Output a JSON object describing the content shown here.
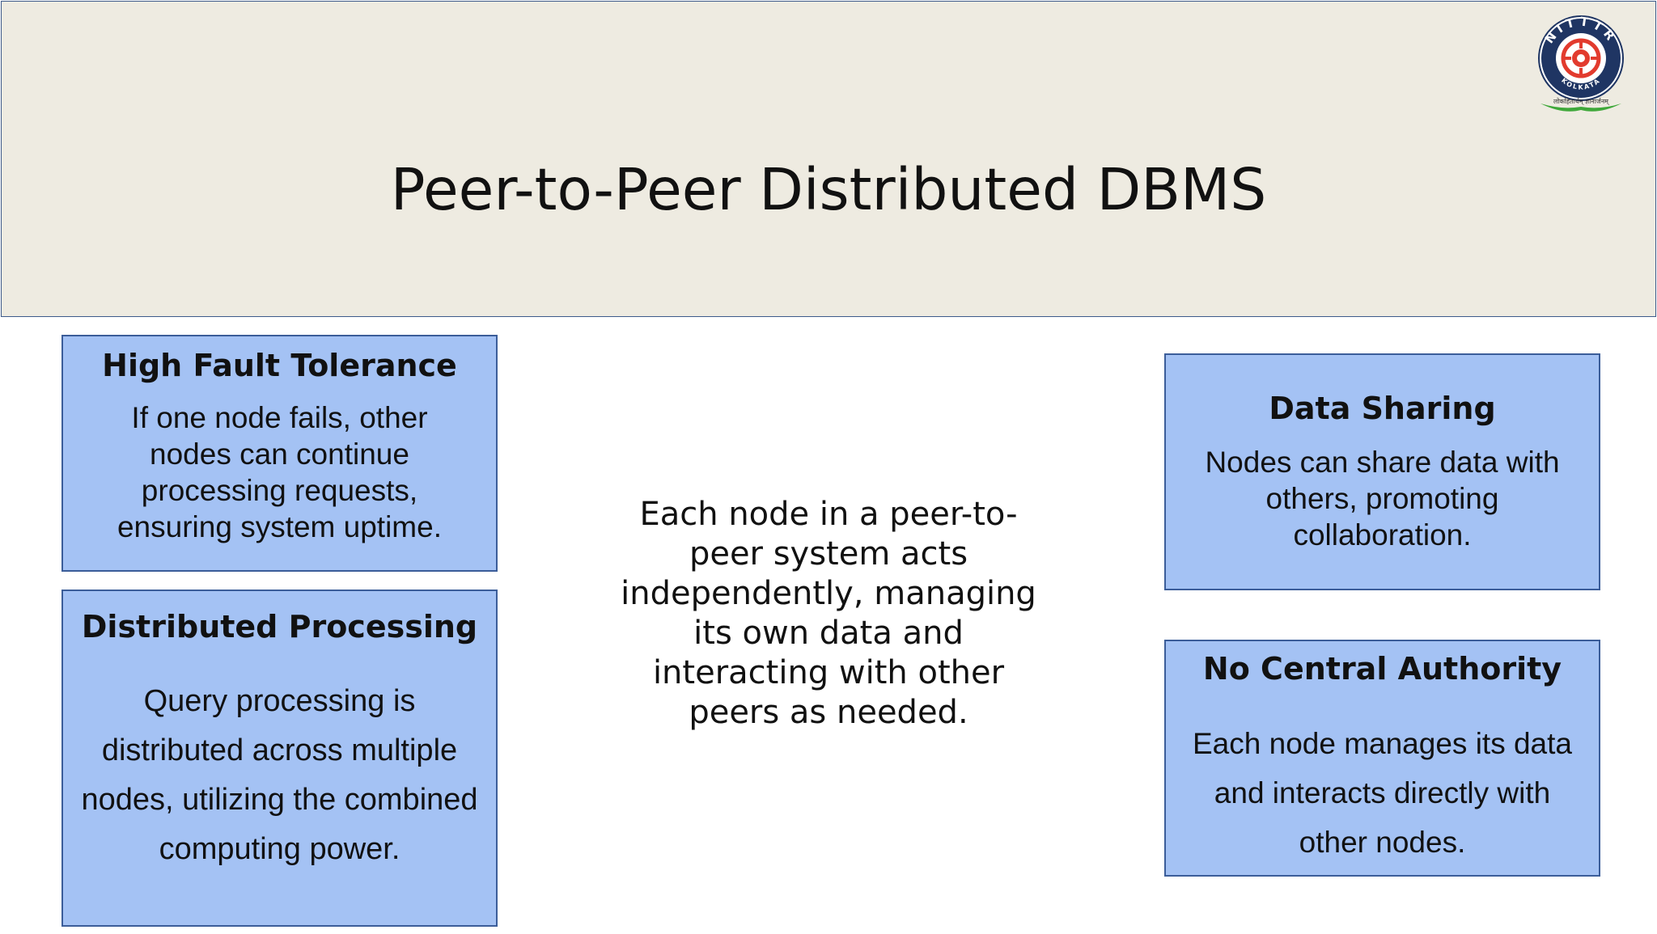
{
  "slide": {
    "title": "Peer-to-Peer Distributed DBMS",
    "center_text": "Each node in a peer-to-peer system acts independently, managing its own data and interacting with other peers as needed.",
    "logo": {
      "icon": "nitttr-kolkata-seal-icon",
      "ring_text": "NITTTR",
      "city_text": "KOLKATA",
      "motto_text": "लोकहितार्थम् ज्ञानार्जनम्",
      "colors": {
        "ring": "#1f3563",
        "emblem": "#e23b2e",
        "leaves": "#3fa83a"
      }
    },
    "boxes": {
      "high_fault_tolerance": {
        "title": "High Fault Tolerance",
        "body": "If one node fails, other nodes can continue processing requests, ensuring system uptime."
      },
      "distributed_processing": {
        "title": "Distributed Processing",
        "body": "Query processing is distributed across multiple nodes, utilizing the combined computing power."
      },
      "data_sharing": {
        "title": "Data Sharing",
        "body": "Nodes can share data with others, promoting collaboration."
      },
      "no_central_authority": {
        "title": "No Central Authority",
        "body": "Each node manages its data and interacts directly with other nodes."
      }
    },
    "colors": {
      "header_bg": "#eeebe1",
      "box_bg": "#a4c2f4",
      "box_border": "#3b5d99"
    }
  }
}
